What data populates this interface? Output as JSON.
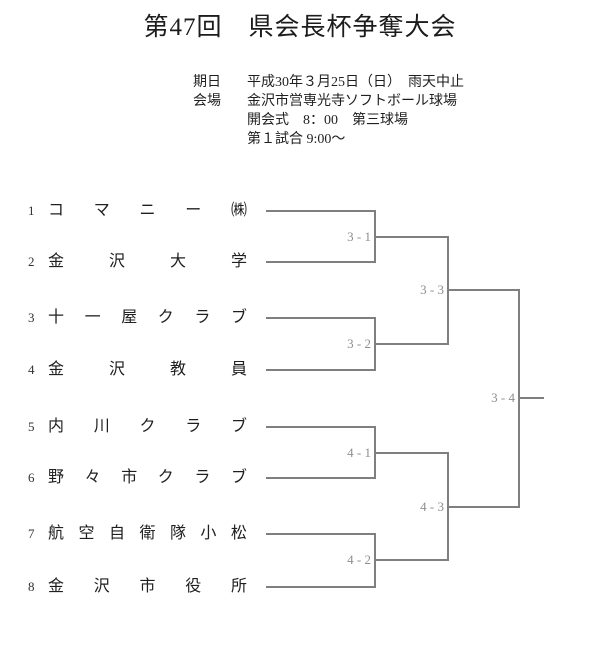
{
  "title": "第47回　県会長杯争奪大会",
  "info": {
    "date_label": "期日",
    "date_value": "平成30年３月25日（日）　雨天中止",
    "venue_label": "会場",
    "venue_value": "金沢市営専光寺ソフトボール球場",
    "ceremony_value": "開会式　8：00　第三球場",
    "first_game_value": "第１試合 9:00～"
  },
  "bracket": {
    "teams": [
      {
        "seed": "1",
        "name": "コマニー㈱"
      },
      {
        "seed": "2",
        "name": "金沢大学"
      },
      {
        "seed": "3",
        "name": "十一屋クラブ"
      },
      {
        "seed": "4",
        "name": "金沢教員"
      },
      {
        "seed": "5",
        "name": "内川クラブ"
      },
      {
        "seed": "6",
        "name": "野々市クラブ"
      },
      {
        "seed": "7",
        "name": "航空自衛隊小松"
      },
      {
        "seed": "8",
        "name": "金沢市役所"
      }
    ],
    "matches": [
      {
        "id": "3-1",
        "label": "3 - 1"
      },
      {
        "id": "3-2",
        "label": "3 - 2"
      },
      {
        "id": "3-3",
        "label": "3 - 3"
      },
      {
        "id": "4-1",
        "label": "4 - 1"
      },
      {
        "id": "4-2",
        "label": "4 - 2"
      },
      {
        "id": "4-3",
        "label": "4 - 3"
      },
      {
        "id": "3-4",
        "label": "3 - 4"
      }
    ]
  },
  "colors": {
    "background": "#ffffff",
    "text": "#1f1f1f",
    "bracket_line": "#7f7f7f",
    "match_label": "#8e8e8e"
  }
}
